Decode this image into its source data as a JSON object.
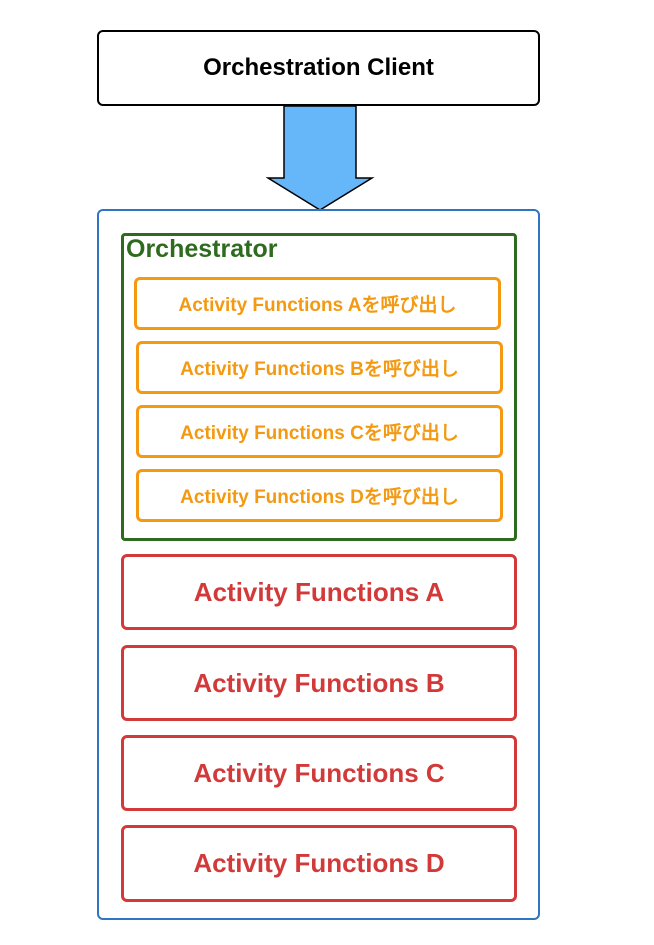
{
  "client": {
    "label": "Orchestration Client"
  },
  "orchestrator": {
    "title": "Orchestrator",
    "calls": [
      "Activity Functions Aを呼び出し",
      "Activity Functions Bを呼び出し",
      "Activity Functions Cを呼び出し",
      "Activity Functions Dを呼び出し"
    ]
  },
  "functions": [
    "Activity Functions A",
    "Activity Functions B",
    "Activity Functions C",
    "Activity Functions D"
  ],
  "colors": {
    "client_border": "#000000",
    "arrow_fill": "#66b6fa",
    "outer_border": "#2e75c4",
    "orchestrator": "#2e6b1e",
    "call": "#f39a12",
    "function": "#d23a3a"
  }
}
